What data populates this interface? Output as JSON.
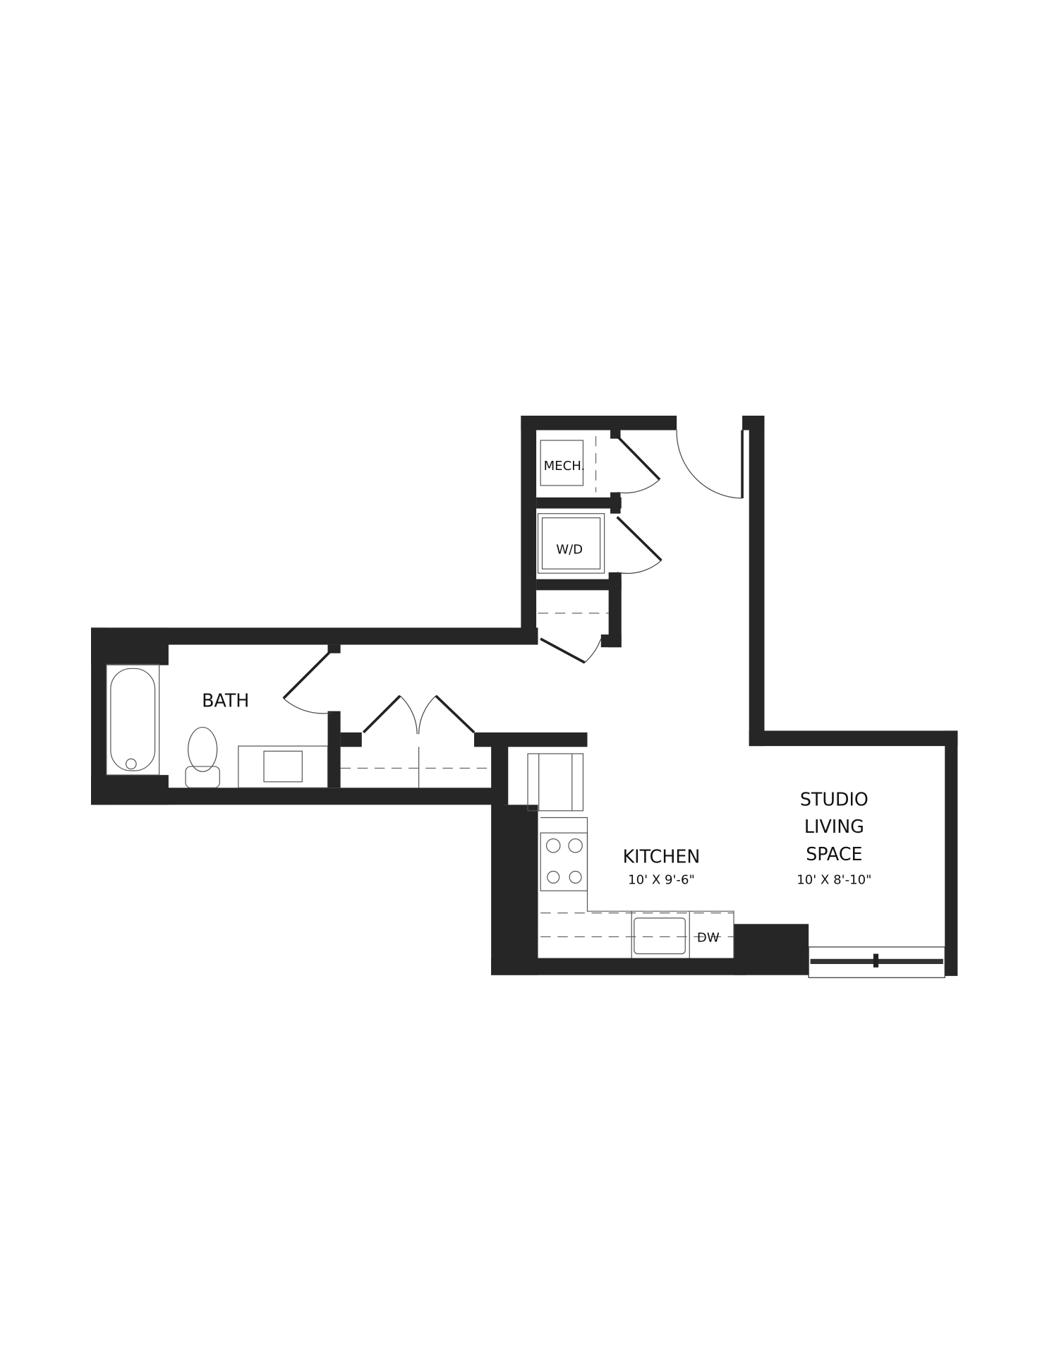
{
  "rooms": {
    "mech": {
      "label": "MECH."
    },
    "wd": {
      "label": "W/D"
    },
    "bath": {
      "label": "BATH"
    },
    "kitchen": {
      "label": "KITCHEN",
      "dimensions": "10' X 9'-6\""
    },
    "studio": {
      "label_lines": [
        "STUDIO",
        "LIVING",
        "SPACE"
      ],
      "dimensions": "10' X 8'-10\""
    },
    "dishwasher": {
      "label": "DW"
    }
  },
  "colors": {
    "wall": "#262626",
    "background": "#ffffff"
  }
}
